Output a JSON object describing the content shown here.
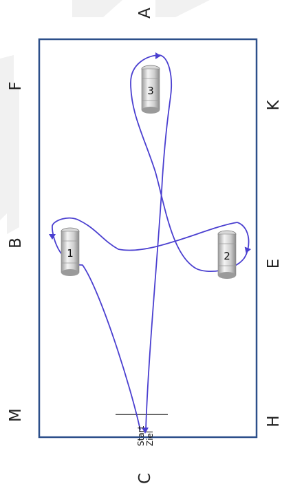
{
  "arena_markers": {
    "top": "A",
    "bottom": "C",
    "left_upper": "F",
    "left_middle": "B",
    "left_lower": "M",
    "right_upper": "K",
    "right_middle": "E",
    "right_lower": "H"
  },
  "barrels": [
    {
      "label": "1"
    },
    {
      "label": "2"
    },
    {
      "label": "3"
    }
  ],
  "start_line": {
    "start_label": "Start",
    "finish_label": "Ziel"
  },
  "colors": {
    "arena_border": "#2c4f8a",
    "path": "#4a3fd0",
    "background_shape": "#f1f1f1"
  }
}
